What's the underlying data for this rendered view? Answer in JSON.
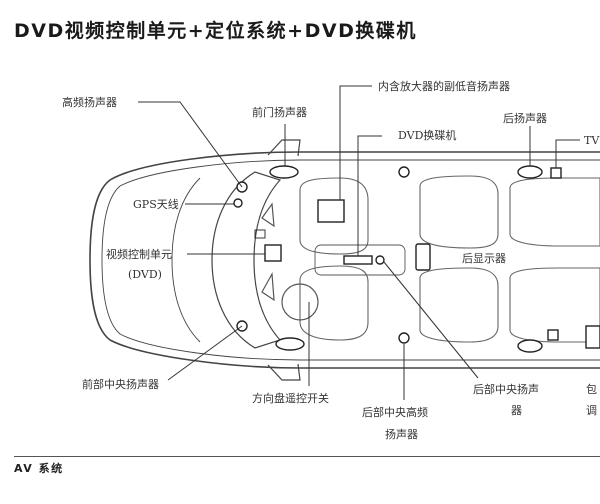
{
  "title": "DVD视频控制单元+定位系统+DVD换碟机",
  "labels": {
    "tweeter": "高频扬声器",
    "gps_antenna": "GPS天线",
    "video_control_unit_line1": "视频控制单元",
    "video_control_unit_line2": "(DVD)",
    "front_center_speaker": "前部中央扬声器",
    "front_door_speaker": "前门扬声器",
    "amp_woofer": "内含放大器的副低音扬声器",
    "dvd_changer": "DVD换碟机",
    "rear_speaker": "后扬声器",
    "tv": "TV",
    "rear_display": "后显示器",
    "steering_switch": "方向盘遥控开关",
    "rear_center_tweeter_line1": "后部中央高频",
    "rear_center_tweeter_line2": "扬声器",
    "rear_center_speaker_line1": "后部中央扬声",
    "rear_center_speaker_line2": "器",
    "cut_label_line1": "包",
    "cut_label_line2": "调"
  },
  "footer": "AV 系统",
  "colors": {
    "line": "#333333",
    "text": "#222222",
    "background": "#ffffff"
  }
}
